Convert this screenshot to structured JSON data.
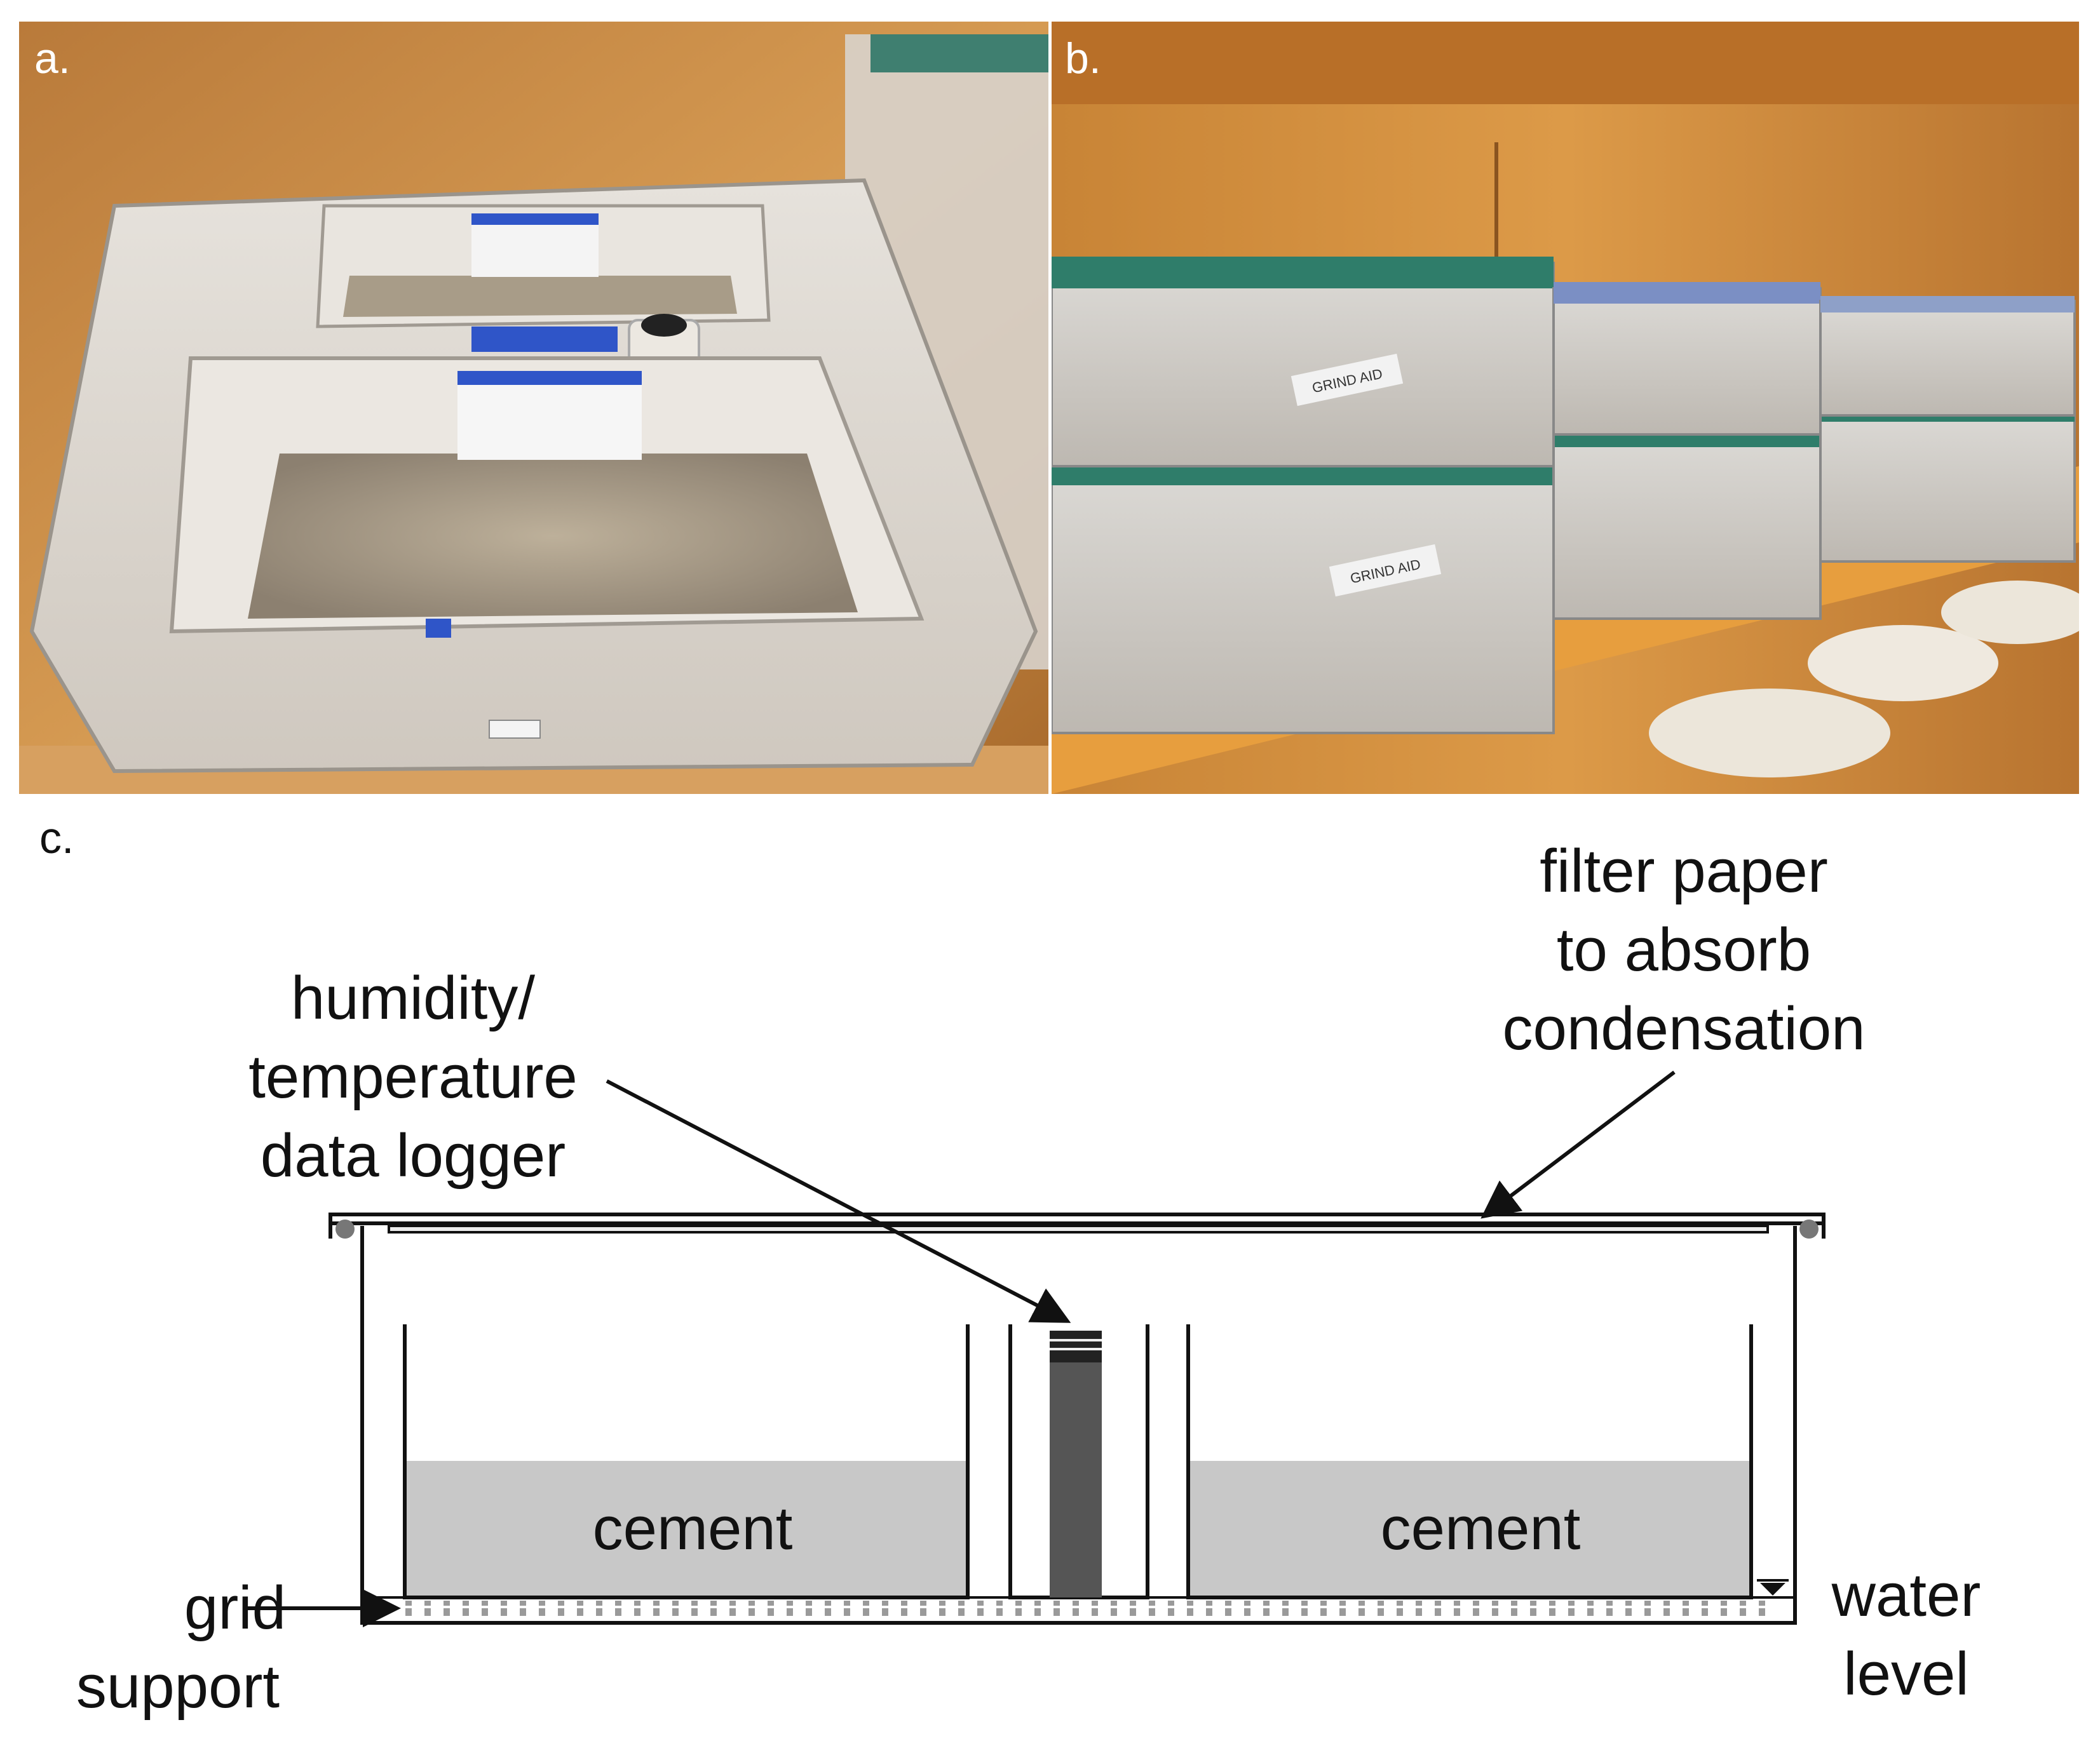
{
  "panels": {
    "a": {
      "letter": "a."
    },
    "b": {
      "letter": "b."
    },
    "c": {
      "letter": "c."
    }
  },
  "diagram": {
    "labels": {
      "humidity_logger": [
        "humidity/",
        "temperature",
        "data logger"
      ],
      "filter_paper": [
        "filter paper",
        "to absorb",
        "condensation"
      ],
      "cement_left": "cement",
      "cement_right": "cement",
      "grid_support": [
        "grid",
        "support"
      ],
      "water_level": [
        "water",
        "level"
      ]
    }
  },
  "photo_labels": {
    "box_label_1": "GRIND AID",
    "box_label_2": "GRIND AID"
  },
  "colors": {
    "cement_fill": "#c8c8c8",
    "logger_body": "#555555",
    "wood": "#c98a3c",
    "shelf": "#e8a24a",
    "lid_green": "#2f7d6a",
    "lid_blue": "#7b8fc4"
  }
}
